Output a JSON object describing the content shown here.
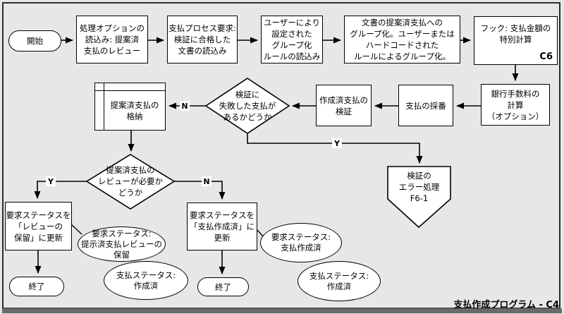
{
  "diagram": {
    "caption": "支払作成プログラム - C4",
    "colors": {
      "background": "#e7e7e7",
      "shape_fill": "#ffffff",
      "line": "#000000",
      "frame": "#2d2d2d",
      "frame_shadow": "#6a6a6a"
    },
    "nodes": {
      "start": {
        "label": "開始"
      },
      "read_options": {
        "label": "処理オプションの\n読込み: 提案済\n支払のレビュー"
      },
      "read_documents": {
        "label": "支払プロセス要求:\n検証に合格した\n文書の読込み"
      },
      "read_grouping_rules": {
        "label": "ユーザーにより\n設定された\nグループ化\nルールの読込み"
      },
      "group_documents": {
        "label": "文書の提案済支払への\nグループ化。ユーザーまたは\nハードコードされた\nルールによるグループ化。"
      },
      "hook_special_calc": {
        "label": "フック: 支払金額の\n特別計算",
        "ref": "C6"
      },
      "bank_fee_calc": {
        "label": "銀行手数料の\n計算\n（オプション）"
      },
      "payment_numbering": {
        "label": "支払の採番"
      },
      "verify_created_payments": {
        "label": "作成済支払の\n検証"
      },
      "decision_failed_payments": {
        "label": "検証に\n失敗した支払が\nあるかどうか"
      },
      "store_proposed_payments": {
        "label": "提案済支払の\n格納"
      },
      "decision_review_needed": {
        "label": "提案済支払の\nレビューが必要か\nどうか"
      },
      "error_handling": {
        "label": "検証の\nエラー処理\nF6-1"
      },
      "update_status_review_hold": {
        "label": "要求ステータスを\n「レビューの\n保留」に更新"
      },
      "update_status_payment_created": {
        "label": "要求ステータスを\n「支払作成済」に\n更新"
      },
      "status_review_hold": {
        "label": "要求ステータス:\n提示済支払レビューの\n保留"
      },
      "status_created_left": {
        "label": "支払ステータス:\n作成済"
      },
      "status_payment_created": {
        "label": "要求ステータス:\n支払作成済"
      },
      "status_created_right": {
        "label": "支払ステータス:\n作成済"
      },
      "end_left": {
        "label": "終了"
      },
      "end_right": {
        "label": "終了"
      }
    },
    "edge_labels": {
      "failed_no": "N",
      "failed_yes": "Y",
      "review_yes": "Y",
      "review_no": "N"
    }
  }
}
